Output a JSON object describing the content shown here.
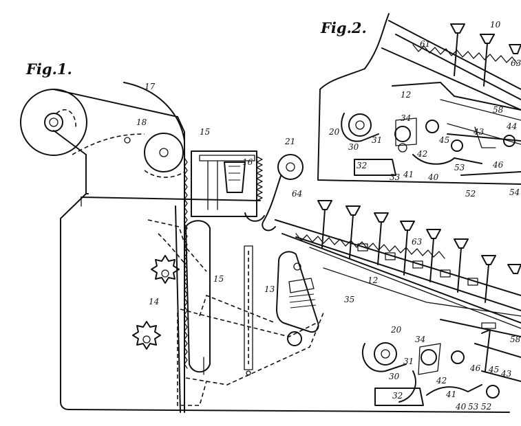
{
  "figures": {
    "fig1": {
      "title": "Fig.1."
    },
    "fig2": {
      "title": "Fig.2."
    }
  },
  "fig1_labels": [
    "17",
    "18",
    "15",
    "16",
    "21",
    "64",
    "63",
    "12",
    "13",
    "35",
    "14",
    "15",
    "20",
    "34",
    "30",
    "31",
    "32",
    "42",
    "41",
    "46",
    "45",
    "43",
    "40",
    "53",
    "52",
    "58"
  ],
  "fig2_labels": [
    "10",
    "61",
    "63",
    "12",
    "20",
    "30",
    "31",
    "34",
    "32",
    "33",
    "42",
    "41",
    "40",
    "53",
    "45",
    "46",
    "43",
    "44",
    "58",
    "52",
    "54"
  ]
}
